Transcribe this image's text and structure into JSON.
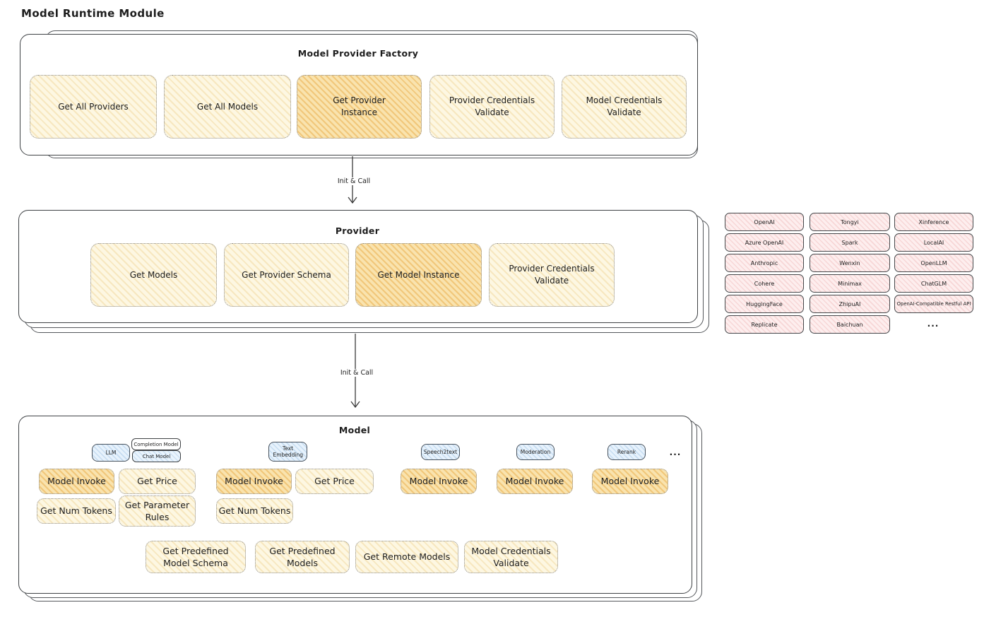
{
  "page": {
    "title": "Model Runtime Module"
  },
  "colors": {
    "action_fill": "#fdf7e2",
    "action_highlight_fill": "#f9e3ae",
    "provider_chip_fill": "#fdeeee",
    "model_type_fill": "#e7f2fc",
    "container_border": "#3f4245",
    "dotted_border": "#8d8d8d",
    "text": "#1d1d1d"
  },
  "arrows": {
    "factory_to_provider": "Init & Call",
    "provider_to_model": "Init & Call"
  },
  "factory": {
    "title": "Model Provider Factory",
    "actions": [
      {
        "label": "Get All Providers"
      },
      {
        "label": "Get All Models"
      },
      {
        "label": "Get Provider Instance"
      },
      {
        "label": "Provider Credentials Validate"
      },
      {
        "label": "Model Credentials Validate"
      }
    ]
  },
  "provider": {
    "title": "Provider",
    "actions": [
      {
        "label": "Get Models"
      },
      {
        "label": "Get Provider Schema"
      },
      {
        "label": "Get Model Instance"
      },
      {
        "label": "Provider Credentials Validate"
      }
    ]
  },
  "providers_grid": {
    "columns": [
      {
        "items": [
          "OpenAI",
          "Azure OpenAI",
          "Anthropic",
          "Cohere",
          "HuggingFace",
          "Replicate"
        ]
      },
      {
        "items": [
          "Tongyi",
          "Spark",
          "Wenxin",
          "Minimax",
          "ZhipuAI",
          "Baichuan"
        ]
      },
      {
        "items": [
          "Xinference",
          "LocalAI",
          "OpenLLM",
          "ChatGLM",
          "OpenAI-Compatible Restful API"
        ]
      }
    ],
    "more": "..."
  },
  "model": {
    "title": "Model",
    "types": {
      "llm": "LLM",
      "completion_model": "Completion Model",
      "chat_model": "Chat Model",
      "text_embedding": "Text Embedding",
      "speech2text": "Speech2text",
      "moderation": "Moderation",
      "rerank": "Rerank",
      "more": "..."
    },
    "actions": {
      "model_invoke": "Model Invoke",
      "get_price": "Get Price",
      "get_num_tokens": "Get Num Tokens",
      "get_parameter_rules": "Get Parameter Rules",
      "get_predefined_model_schema": "Get Predefined Model Schema",
      "get_predefined_models": "Get Predefined Models",
      "get_remote_models": "Get Remote Models",
      "model_credentials_validate": "Model Credentials Validate"
    }
  }
}
